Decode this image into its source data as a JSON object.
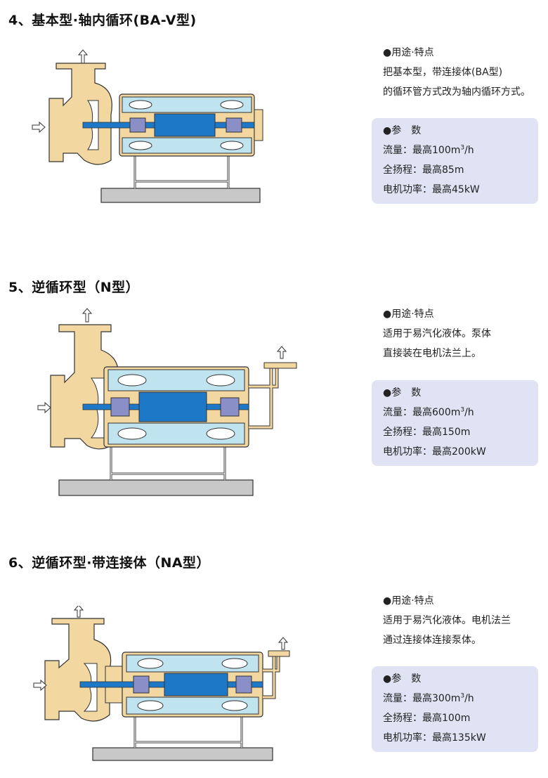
{
  "sections": [
    {
      "title": "4、基本型·轴内循环(BA-V型)",
      "features_heading": "●用途·特点",
      "features_lines": [
        "把基本型，带连接体(BA型)",
        "的循环管方式改为轴内循环方式。"
      ],
      "params_heading": "●参　数",
      "flow_label": "流量：最高",
      "flow_value": "100m",
      "flow_sup": "3",
      "flow_unit": "/h",
      "head_label": "全扬程：最高",
      "head_value": "85m",
      "power_label": "电机功率：最高",
      "power_value": "45kW"
    },
    {
      "title": "5、逆循环型（N型）",
      "features_heading": "●用途·特点",
      "features_lines": [
        "适用于易汽化液体。泵体",
        "直接装在电机法兰上。"
      ],
      "params_heading": "●参　数",
      "flow_label": "流量：最高",
      "flow_value": "600m",
      "flow_sup": "3",
      "flow_unit": "/h",
      "head_label": "全扬程：最高",
      "head_value": "150m",
      "power_label": "电机功率：最高",
      "power_value": "200kW"
    },
    {
      "title": "6、逆循环型·带连接体（NA型）",
      "features_heading": "●用途·特点",
      "features_lines": [
        "适用于易汽化液体。电机法兰",
        "通过连接体连接泵体。"
      ],
      "params_heading": "●参　数",
      "flow_label": "流量：最高",
      "flow_value": "300m",
      "flow_sup": "3",
      "flow_unit": "/h",
      "head_label": "全扬程：最高",
      "head_value": "100m",
      "power_label": "电机功率：最高",
      "power_value": "135kW"
    }
  ],
  "colors": {
    "casing": "#f2d7a0",
    "casing_stroke": "#333333",
    "shaft": "#1e78c8",
    "stator": "#bfe3ef",
    "base": "#c8c8c8",
    "params_bg": "#dfe3f3"
  }
}
